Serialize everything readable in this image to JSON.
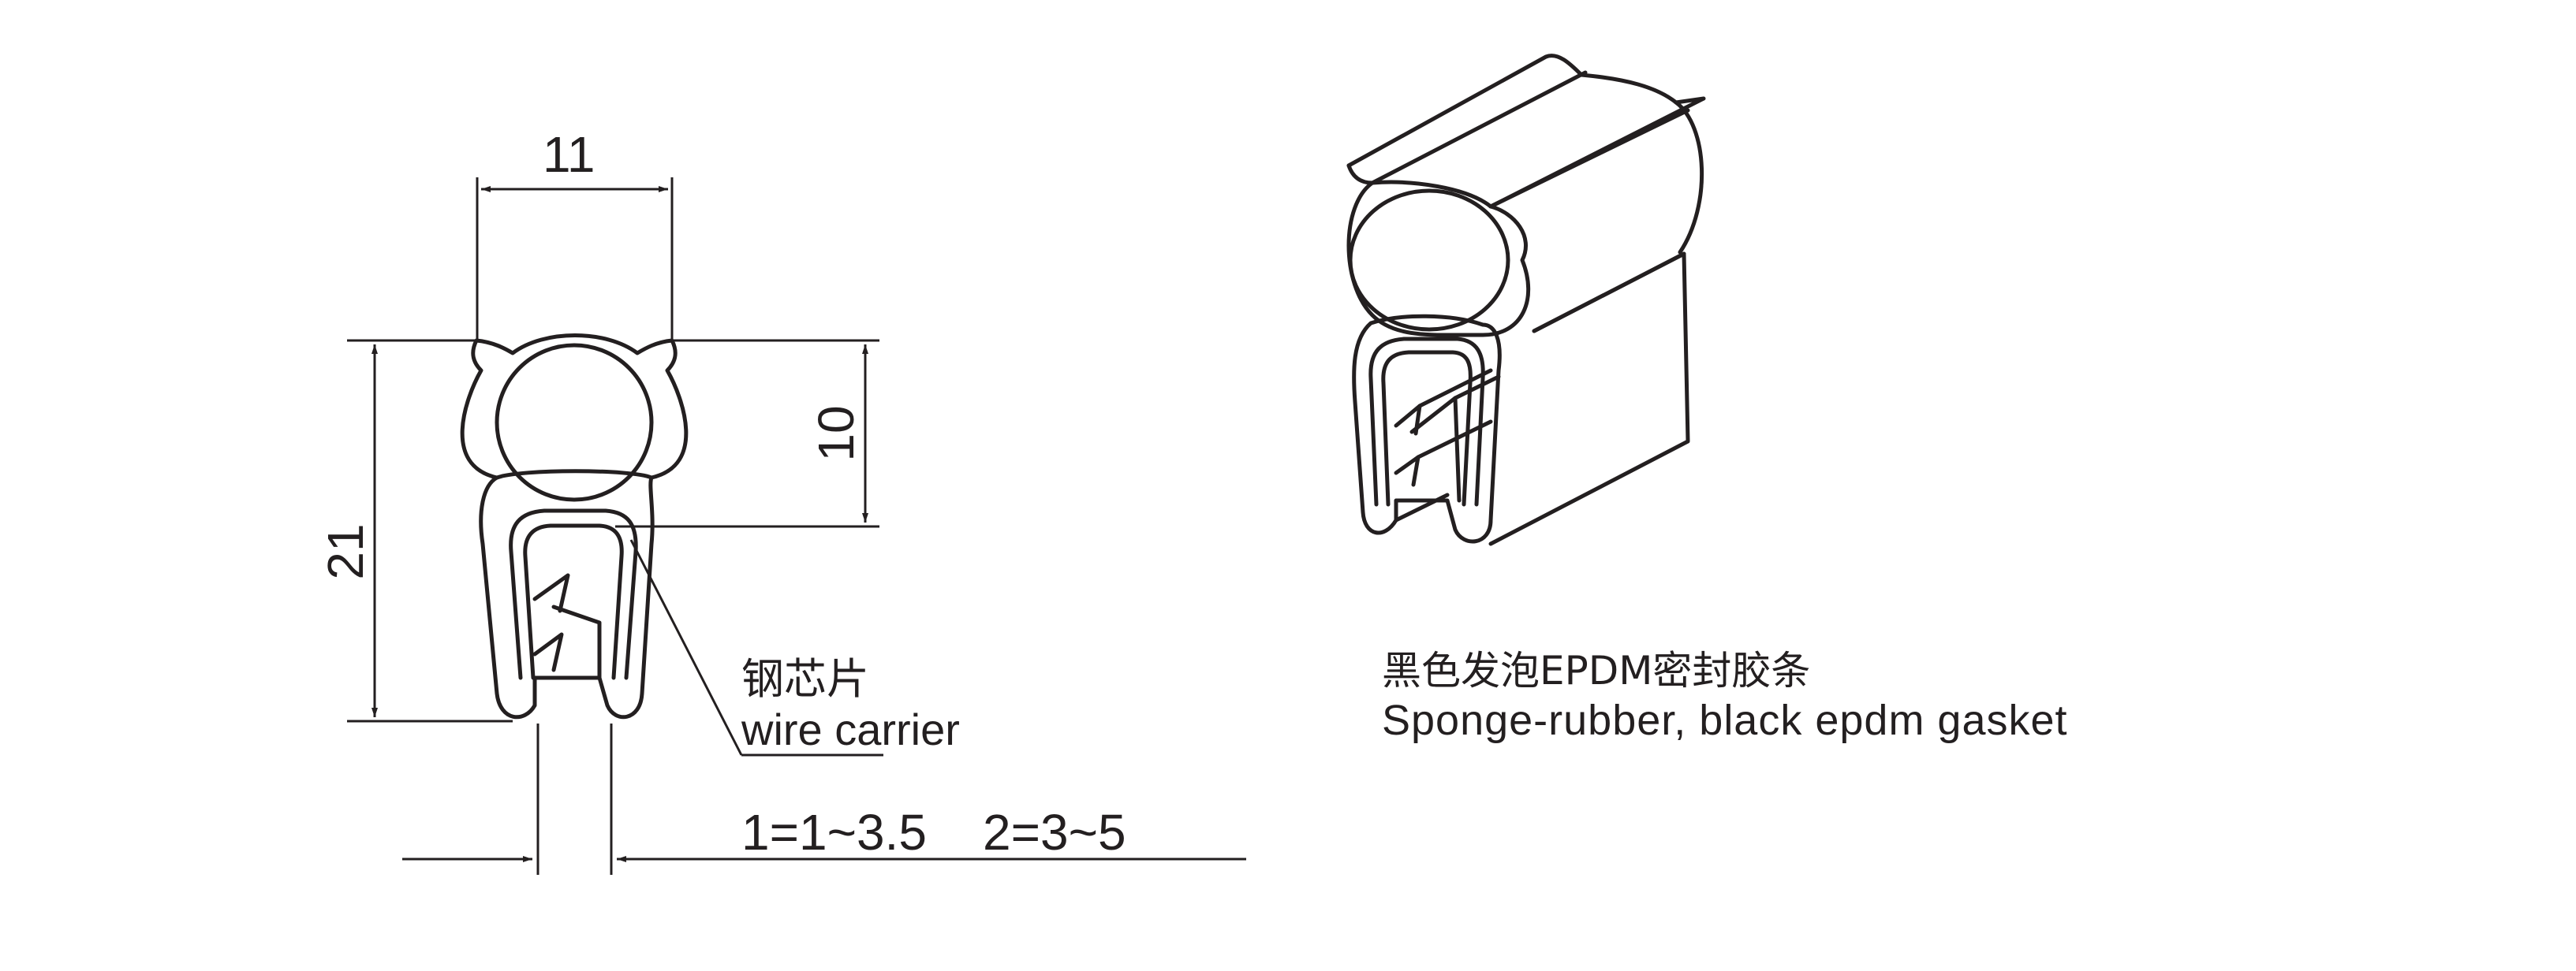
{
  "dimensions": {
    "width_label": "11",
    "height_label": "21",
    "bulb_label": "10",
    "thickness_label": "1=1~3.5    2=3~5"
  },
  "callout": {
    "label_cn": "钢芯片",
    "label_en": "wire carrier"
  },
  "caption": {
    "title_cn": "黑色发泡EPDM密封胶条",
    "title_en": "Sponge-rubber, black epdm gasket"
  },
  "colors": {
    "line": "#231f20",
    "background": "#ffffff"
  }
}
